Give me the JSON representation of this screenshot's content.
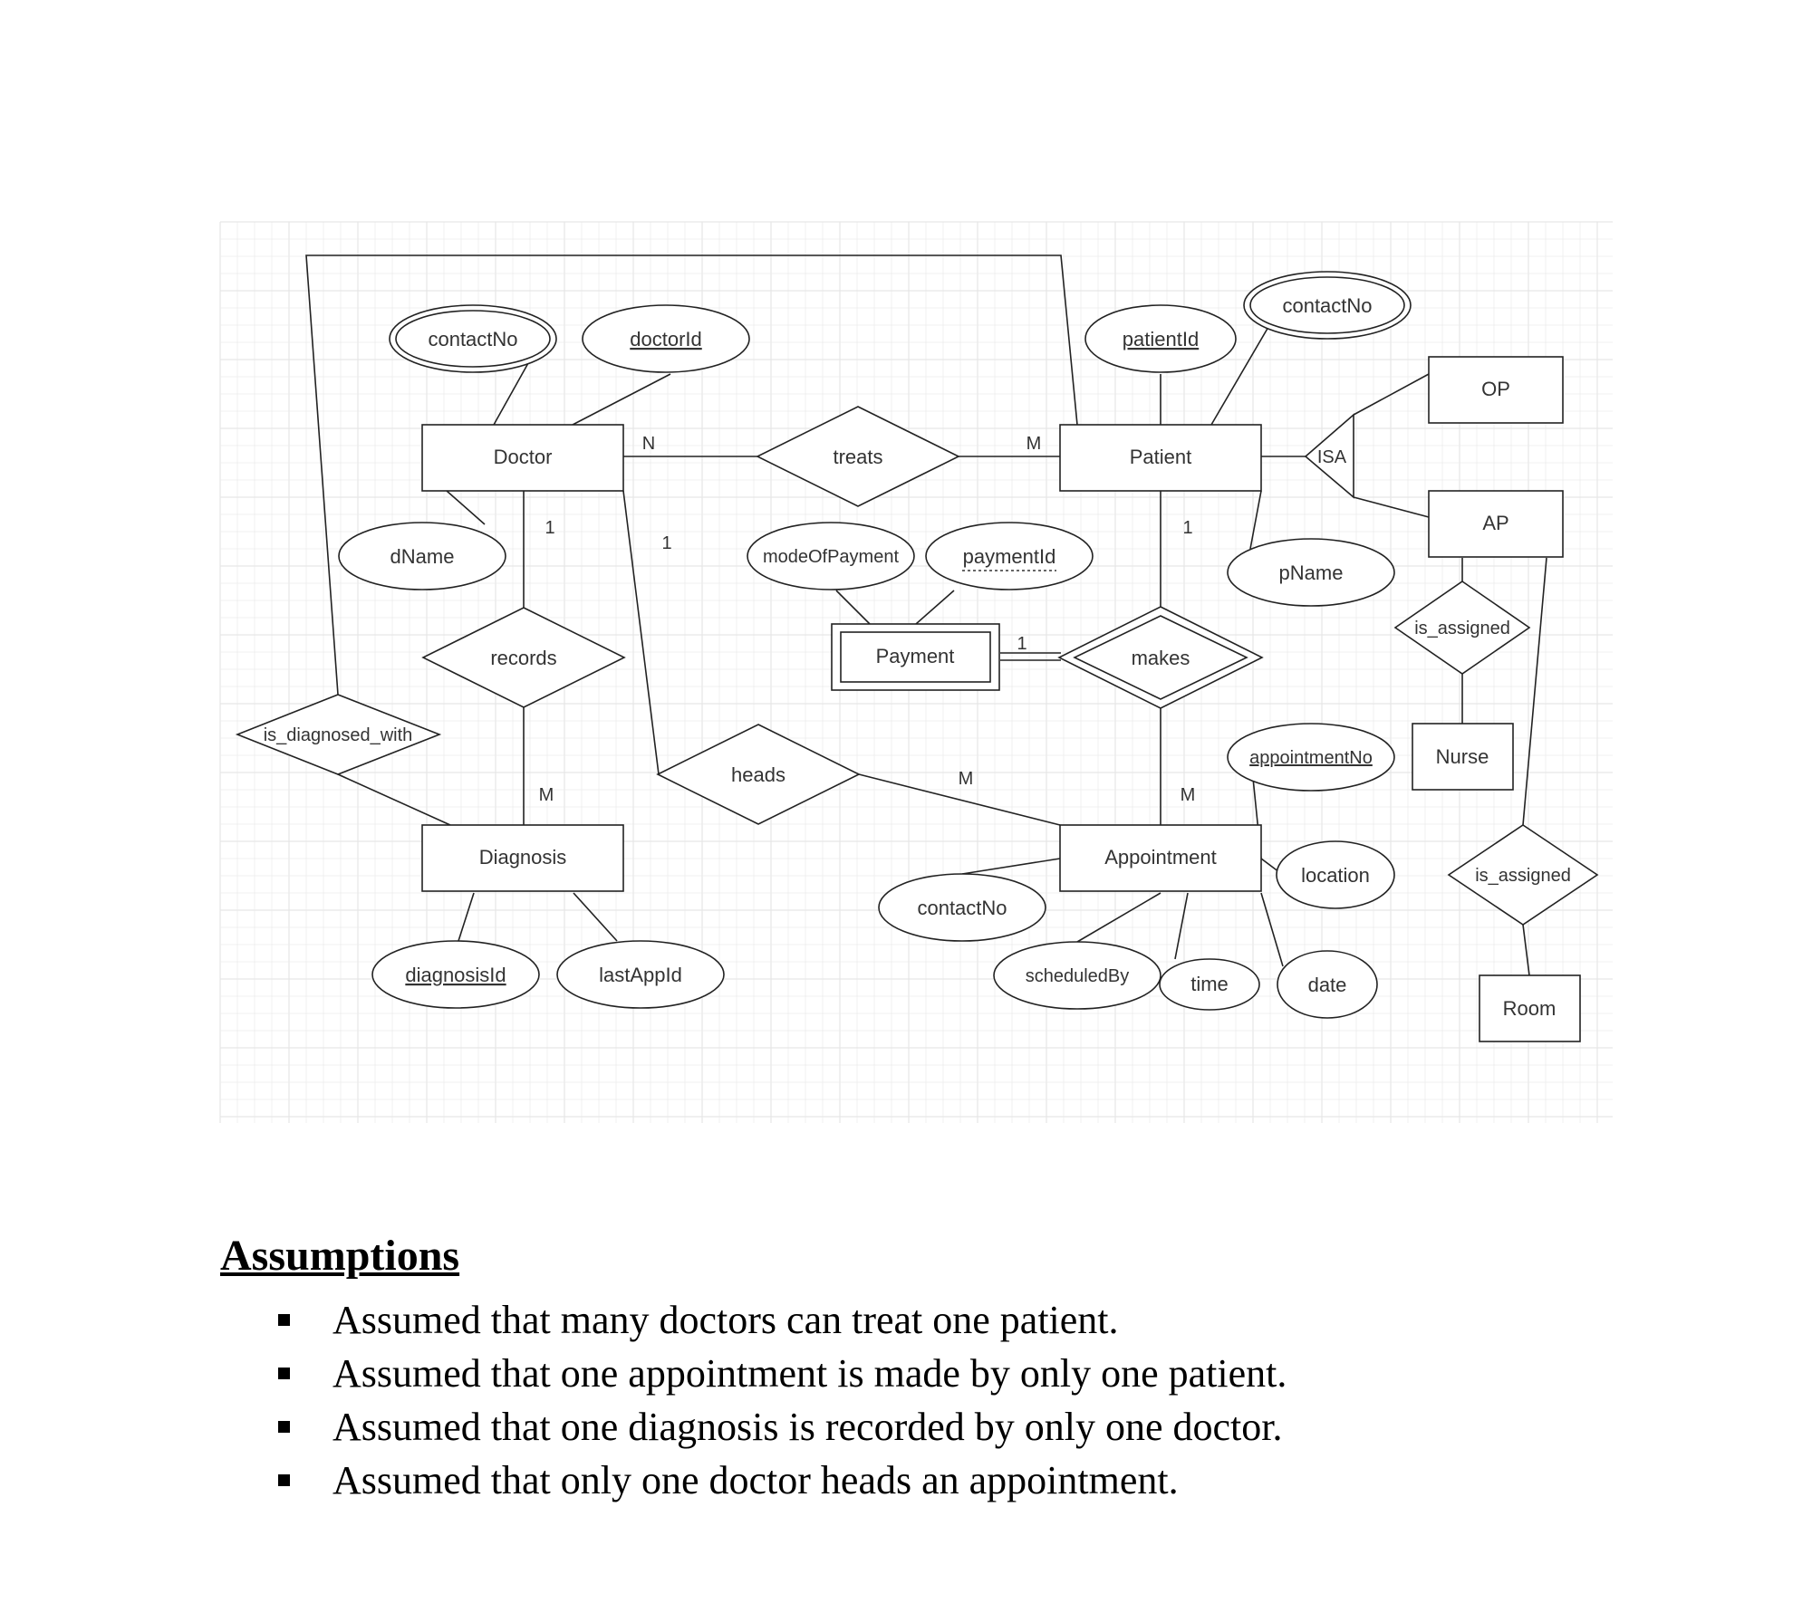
{
  "diagram": {
    "entities": {
      "doctor": "Doctor",
      "patient": "Patient",
      "op": "OP",
      "ap": "AP",
      "nurse": "Nurse",
      "room": "Room",
      "diagnosis": "Diagnosis",
      "appointment": "Appointment",
      "payment": "Payment"
    },
    "relationships": {
      "treats": "treats",
      "records": "records",
      "makes": "makes",
      "heads": "heads",
      "is_diagnosed_with": "is_diagnosed_with",
      "isa": "ISA",
      "is_assigned_nurse": "is_assigned",
      "is_assigned_room": "is_assigned"
    },
    "attributes": {
      "doctor_contactNo": "contactNo",
      "doctorId": "doctorId",
      "dName": "dName",
      "patientId": "patientId",
      "patient_contactNo": "contactNo",
      "pName": "pName",
      "modeOfPayment": "modeOfPayment",
      "paymentId": "paymentId",
      "appointmentNo": "appointmentNo",
      "location": "location",
      "appointment_contactNo": "contactNo",
      "scheduledBy": "scheduledBy",
      "time": "time",
      "date": "date",
      "diagnosisId": "diagnosisId",
      "lastAppId": "lastAppId"
    },
    "cardinalities": {
      "treats_doctor": "N",
      "treats_patient": "M",
      "records_doctor": "1",
      "records_diagnosis": "M",
      "heads_doctor": "1",
      "heads_appointment": "M",
      "makes_patient": "1",
      "makes_appointment": "M",
      "makes_payment": "1"
    }
  },
  "assumptions": {
    "title": "Assumptions",
    "items": [
      "Assumed that many doctors can treat one patient.",
      "Assumed that one appointment is made by only one patient.",
      "Assumed that one diagnosis is recorded by only one doctor.",
      "Assumed that only one doctor heads an appointment."
    ]
  },
  "colors": {
    "line": "#222222",
    "text": "#333333",
    "grid": "#e6e6e6"
  }
}
